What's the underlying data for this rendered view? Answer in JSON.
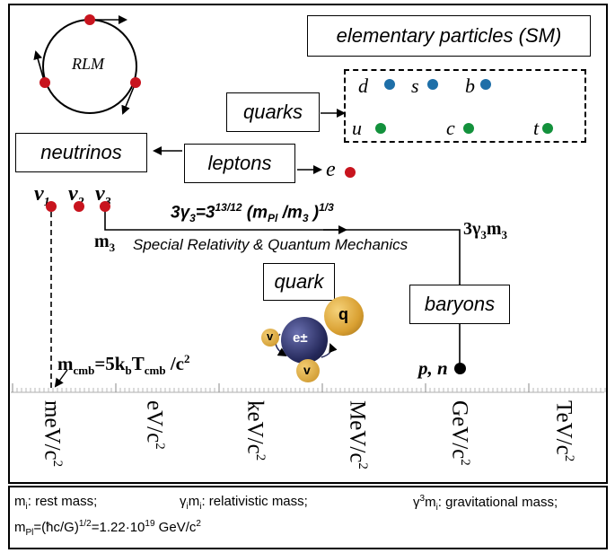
{
  "diagram": {
    "rlm_label": "RLM",
    "sm_title": "elementary particles (SM)",
    "quarks_label": "quarks",
    "quarks_row1": [
      "d",
      "s",
      "b"
    ],
    "quarks_row2": [
      "u",
      "c",
      "t"
    ],
    "neutrinos_label": "neutrinos",
    "leptons_label": "leptons",
    "electron": "e",
    "nu_labels": [
      "ν1",
      "ν2",
      "ν3"
    ],
    "m3": "m3",
    "gamma_eq": "3γ3=3^13/12 (mPl/m3)^1/3",
    "srqm": "Special Relativity & Quantum Mechanics",
    "gamma_m": "3γ3m3",
    "quark_label": "quark",
    "baryons_label": "baryons",
    "composite": {
      "q": "q",
      "e": "e±",
      "nu1": "v",
      "nu2": "v"
    },
    "pn": "p, n",
    "mcmb": "mcmb=5kbTcmb/c2",
    "units": [
      "meV/c2",
      "eV/c2",
      "keV/c2",
      "MeV/c2",
      "GeV/c2",
      "TeV/c2"
    ]
  },
  "caption": {
    "line1": [
      "mi: rest mass;",
      "γimi: relativistic mass;",
      "γ3mi: gravitational mass;"
    ],
    "line2": "mPl=(ħc/G)1/2=1.22·1019 GeV/c2"
  },
  "colors": {
    "red": "#c8141e",
    "blue": "#1e6fa8",
    "green": "#13913c",
    "gold": "#d9a032",
    "navy": "#24285a"
  }
}
